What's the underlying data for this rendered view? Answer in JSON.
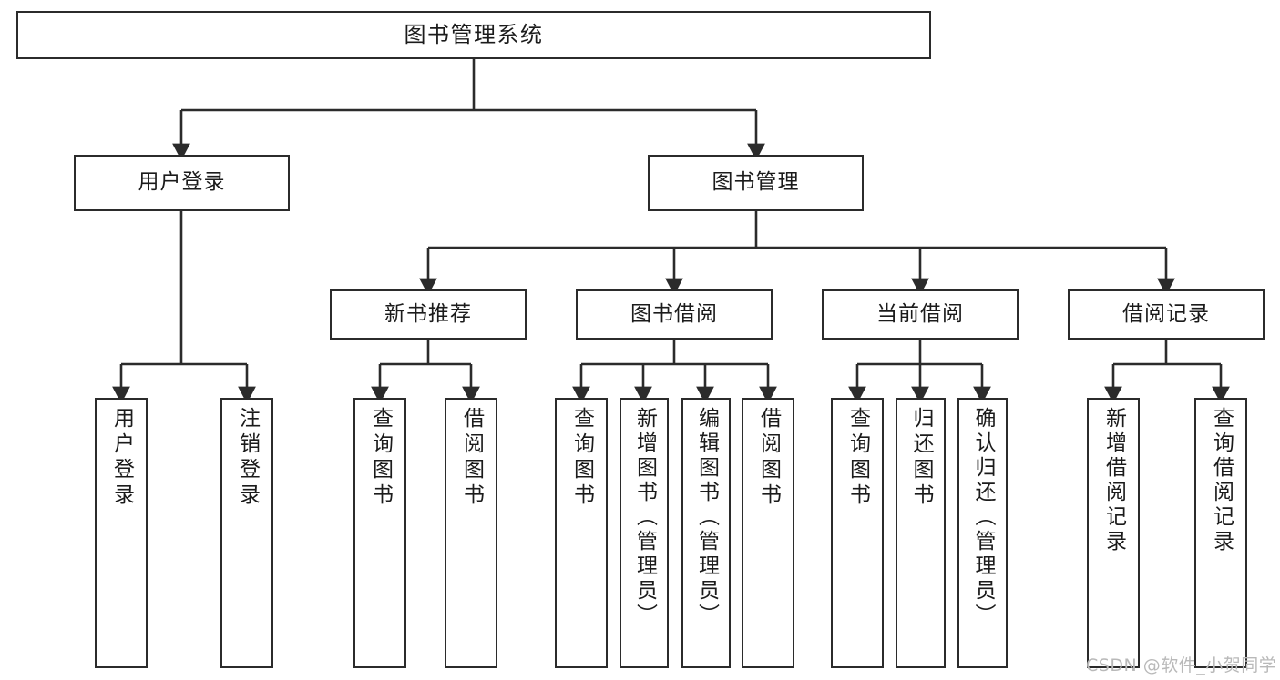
{
  "diagram": {
    "title": "图书管理系统",
    "type": "tree",
    "background_color": "#ffffff",
    "line_color": "#2b2b2b",
    "text_color": "#1b1b1b",
    "watermark": "CSDN @软件_小贺同学",
    "levels": {
      "root": {
        "label": "图书管理系统"
      },
      "level2": [
        {
          "label": "用户登录"
        },
        {
          "label": "图书管理"
        }
      ],
      "level3": [
        {
          "label": "新书推荐"
        },
        {
          "label": "图书借阅"
        },
        {
          "label": "当前借阅"
        },
        {
          "label": "借阅记录"
        }
      ],
      "leaves": {
        "user_login": [
          {
            "label": "用户登录"
          },
          {
            "label": "注销登录"
          }
        ],
        "new_book_recommend": [
          {
            "label": "查询图书"
          },
          {
            "label": "借阅图书"
          }
        ],
        "book_borrow": [
          {
            "label": "查询图书"
          },
          {
            "label": "新增图书（管理员）"
          },
          {
            "label": "编辑图书（管理员）"
          },
          {
            "label": "借阅图书"
          }
        ],
        "current_borrow": [
          {
            "label": "查询图书"
          },
          {
            "label": "归还图书"
          },
          {
            "label": "确认归还（管理员）"
          }
        ],
        "borrow_record": [
          {
            "label": "新增借阅记录"
          },
          {
            "label": "查询借阅记录"
          }
        ]
      }
    }
  }
}
